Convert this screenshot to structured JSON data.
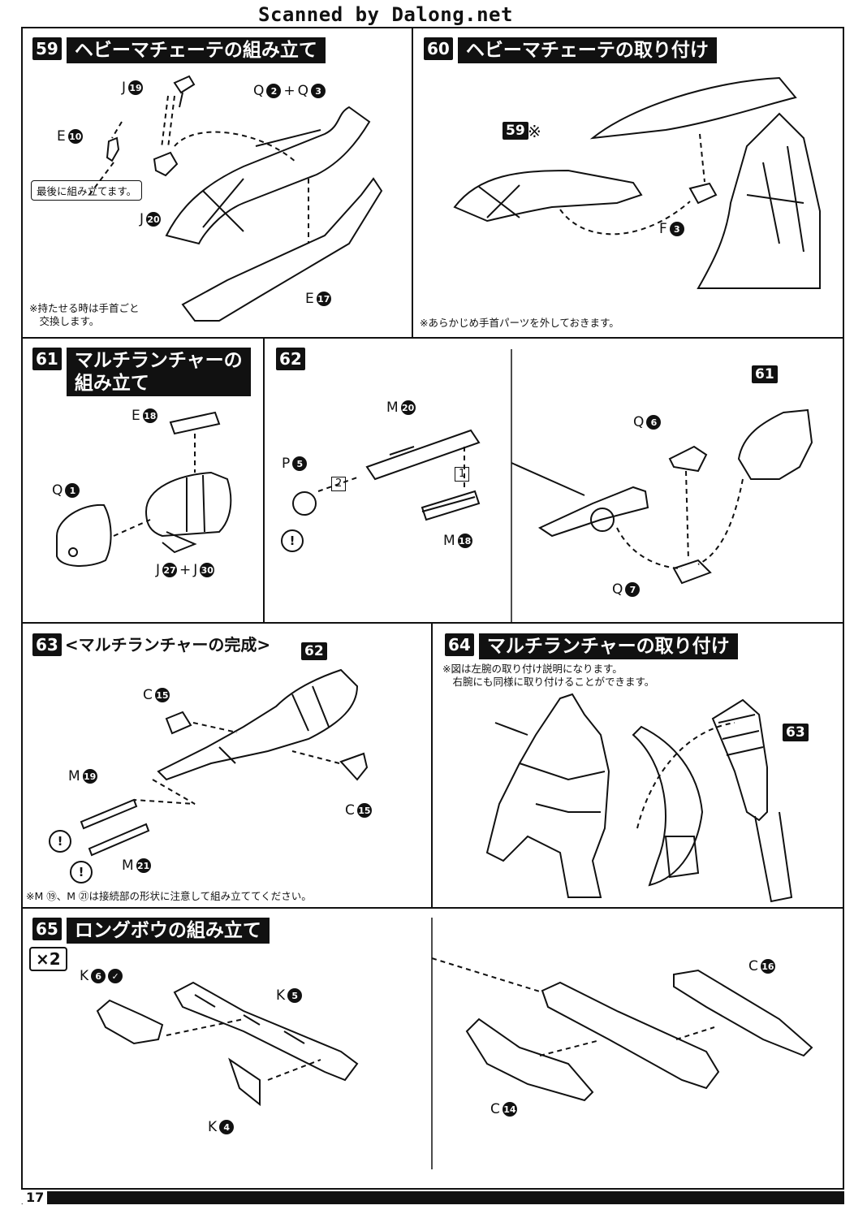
{
  "watermark": "Scanned by Dalong.net",
  "page_number": "17",
  "steps": {
    "s59": {
      "num": "59",
      "title": "ヘビーマチェーテの組み立て",
      "labels": {
        "j19": "J",
        "n19": "19",
        "e10": "E",
        "n10": "10",
        "q2": "Q",
        "n2": "2",
        "plus": "+",
        "q3": "Q",
        "n3": "3",
        "j20": "J",
        "n20": "20",
        "e17": "E",
        "n17": "17"
      },
      "callout": "最後に組み立てます。",
      "note": "※持たせる時は手首ごと\n　交換します。"
    },
    "s60": {
      "num": "60",
      "title": "ヘビーマチェーテの取り付け",
      "ref": "59",
      "ref_mark": "※",
      "labels": {
        "f3": "F",
        "n3": "3"
      },
      "note": "※あらかじめ手首パーツを外しておきます。"
    },
    "s61": {
      "num": "61",
      "title_line1": "マルチランチャーの",
      "title_line2": "組み立て",
      "labels": {
        "e18": "E",
        "n18": "18",
        "q1": "Q",
        "n1": "1",
        "j27": "J",
        "n27": "27",
        "plus": "+",
        "j30": "J",
        "n30": "30"
      }
    },
    "s62": {
      "num": "62",
      "ref": "61",
      "labels": {
        "m20": "M",
        "n20": "20",
        "p5": "P",
        "n5": "5",
        "m18": "M",
        "n18": "18",
        "q6": "Q",
        "n6": "6",
        "q7": "Q",
        "n7": "7"
      },
      "order1": "1",
      "order2": "2"
    },
    "s63": {
      "num": "63",
      "subtitle": "<マルチランチャーの完成>",
      "ref": "62",
      "labels": {
        "c15a": "C",
        "n15a": "15",
        "c15b": "C",
        "n15b": "15",
        "m19": "M",
        "n19": "19",
        "m21": "M",
        "n21": "21"
      },
      "note": "※M ⑲、M ㉑は接続部の形状に注意して組み立ててください。"
    },
    "s64": {
      "num": "64",
      "title": "マルチランチャーの取り付け",
      "ref": "63",
      "note": "※図は左腕の取り付け説明になります。\n　右腕にも同様に取り付けることができます。"
    },
    "s65": {
      "num": "65",
      "title": "ロングボウの組み立て",
      "multiplier": "×2",
      "labels": {
        "k6": "K",
        "n6": "6",
        "k5": "K",
        "n5": "5",
        "k4": "K",
        "n4": "4",
        "c16": "C",
        "n16": "16",
        "c14": "C",
        "n14": "14"
      }
    }
  },
  "warning_symbol": "!"
}
